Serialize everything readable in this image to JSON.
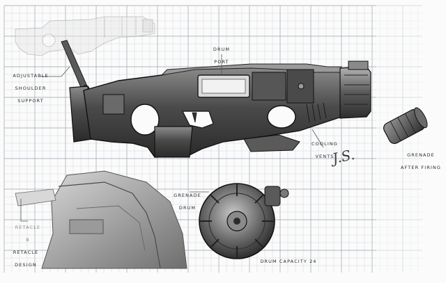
{
  "callouts": {
    "drum_port": [
      "DRUM",
      "PORT"
    ],
    "adjustable_shoulder_support": [
      "ADJUSTABLE",
      "SHOULDER",
      "SUPPORT"
    ],
    "cooling_vents": [
      "COOLING",
      "VENTS"
    ],
    "grenade_after_firing": [
      "GRENADE",
      "AFTER FIRING"
    ],
    "grenade_drum": [
      "GRENADE",
      "DRUM"
    ],
    "retacle_b": [
      "RETACLE",
      "B"
    ],
    "retacle_design": [
      "RETACLE",
      "DESIGN"
    ],
    "drum_capacity": "DRUM CAPACITY 24"
  },
  "signature": "J.S.",
  "colors": {
    "paper": "#fbfbfb",
    "grid_minor": "#c9d0d6",
    "grid_major": "#9aa4ad",
    "metal_dark": "#3b3b3b",
    "metal_mid": "#6e6e6e",
    "metal_light": "#a9a9a9",
    "leader": "#555555"
  }
}
